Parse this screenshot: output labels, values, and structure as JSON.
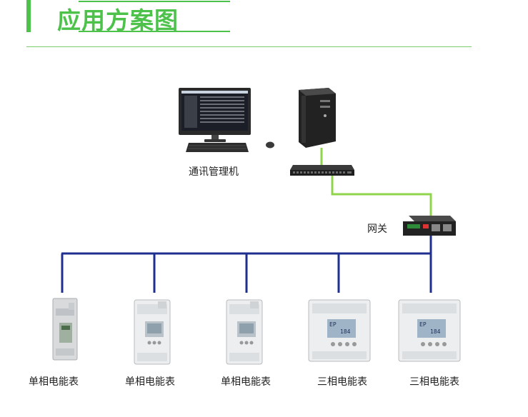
{
  "header": {
    "title": "应用方案图"
  },
  "nodes": {
    "computer_label": "通讯管理机",
    "gateway_label": "网关"
  },
  "meters": [
    {
      "label": "单相电能表",
      "kind": "single-din"
    },
    {
      "label": "单相电能表",
      "kind": "single-wide"
    },
    {
      "label": "单相电能表",
      "kind": "single-wide"
    },
    {
      "label": "三相电能表",
      "kind": "three-phase"
    },
    {
      "label": "三相电能表",
      "kind": "three-phase"
    }
  ],
  "meter_display": {
    "line1": "EP",
    "line2": "184"
  },
  "colors": {
    "accent": "#4cc24a",
    "link_green": "#8fd44a",
    "bus_blue": "#1f2f8f"
  }
}
